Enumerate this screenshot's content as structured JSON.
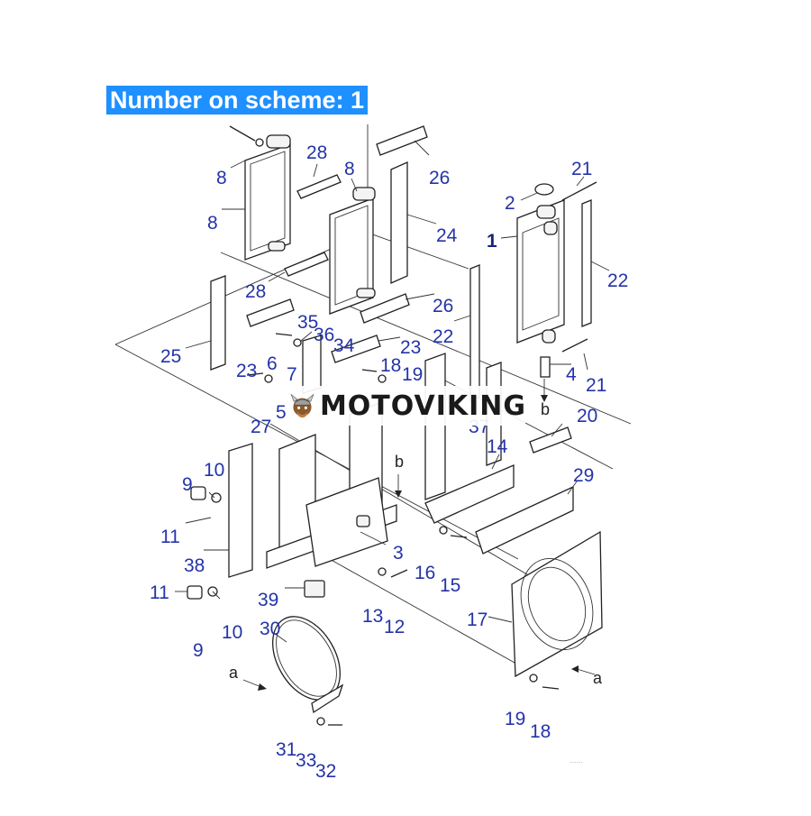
{
  "title": "Number on scheme: 1",
  "watermark": "MOTOVIKING",
  "footnote": "......",
  "colors": {
    "title_bg": "#1e90ff",
    "label": "#2433a8",
    "line": "#222222"
  },
  "callouts": [
    "8",
    "8",
    "28",
    "8",
    "26",
    "24",
    "2",
    "21",
    "1",
    "22",
    "28",
    "26",
    "35",
    "36",
    "34",
    "23",
    "22",
    "25",
    "23",
    "6",
    "7",
    "18",
    "19",
    "4",
    "21",
    "5",
    "27",
    "20",
    "37",
    "14",
    "10",
    "9",
    "b",
    "29",
    "11",
    "38",
    "11",
    "3",
    "16",
    "15",
    "39",
    "13",
    "12",
    "17",
    "30",
    "10",
    "9",
    "a",
    "a",
    "19",
    "18",
    "31",
    "33",
    "32"
  ],
  "flow_letters": [
    "b",
    "b",
    "a",
    "a"
  ]
}
